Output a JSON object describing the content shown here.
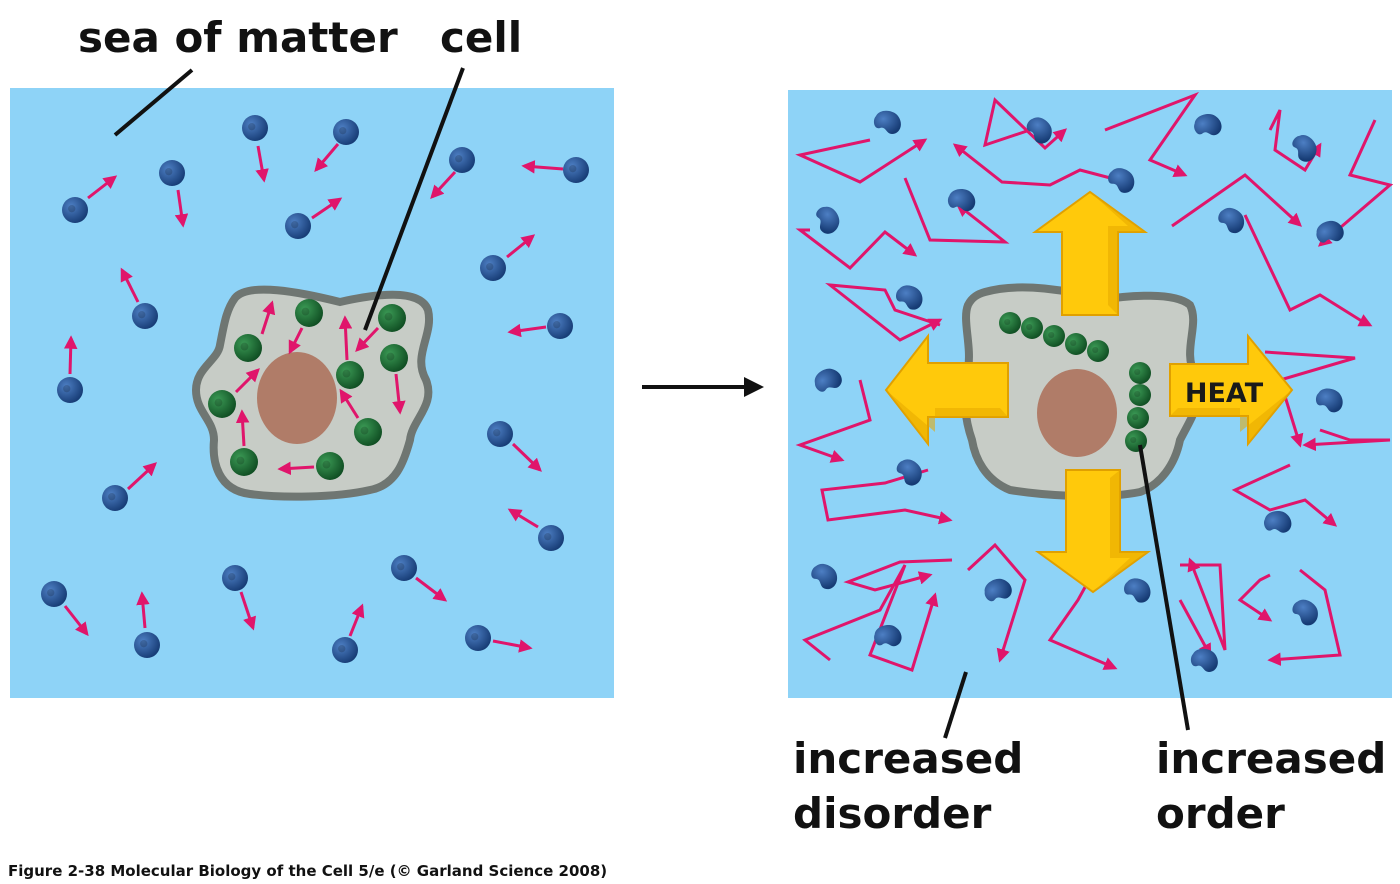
{
  "labels": {
    "sea_of_matter": "sea of matter",
    "cell": "cell",
    "heat": "HEAT",
    "increased_disorder_line1": "increased",
    "increased_disorder_line2": "disorder",
    "increased_order_line1": "increased",
    "increased_order_line2": "order"
  },
  "caption": "Figure 2-38  Molecular Biology of the Cell 5/e (© Garland Science 2008)",
  "colors": {
    "sea": "#8ed3f7",
    "cell_fill": "#c7ccc6",
    "cell_outline": "#6f7672",
    "nucleus": "#b07c68",
    "molecule_blue": "#1f4e93",
    "molecule_green": "#1d6b33",
    "motion_arrow": "#e0156b",
    "heat_arrow": "#ffc90b",
    "process_arrow": "#111111"
  },
  "icons": {
    "heat_arrows": "yellow-block-arrow-icon",
    "process_arrow": "right-arrow-icon"
  }
}
